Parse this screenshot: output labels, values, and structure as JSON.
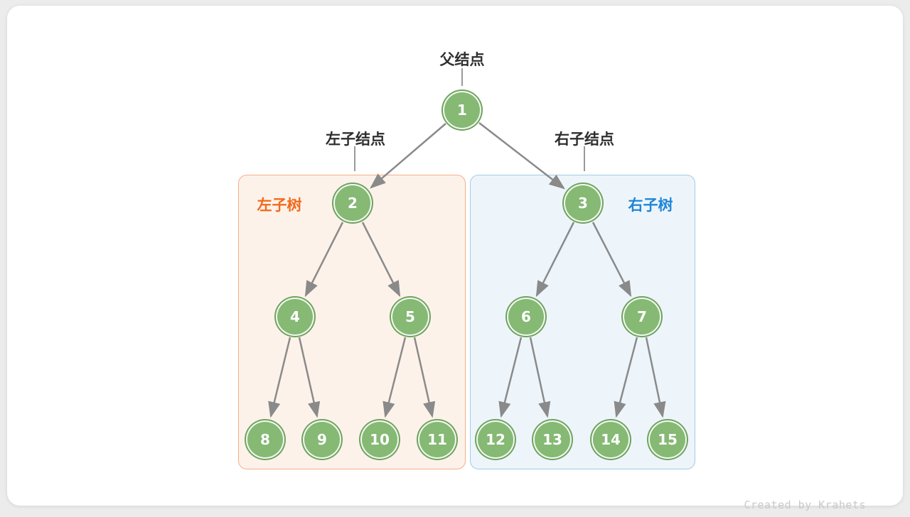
{
  "diagram": {
    "labels": {
      "parent_node": "父结点",
      "left_child_node": "左子结点",
      "right_child_node": "右子结点",
      "left_subtree": "左子树",
      "right_subtree": "右子树"
    },
    "nodes": [
      "1",
      "2",
      "3",
      "4",
      "5",
      "6",
      "7",
      "8",
      "9",
      "10",
      "11",
      "12",
      "13",
      "14",
      "15"
    ],
    "edges": [
      [
        1,
        2
      ],
      [
        1,
        3
      ],
      [
        2,
        4
      ],
      [
        2,
        5
      ],
      [
        3,
        6
      ],
      [
        3,
        7
      ],
      [
        4,
        8
      ],
      [
        4,
        9
      ],
      [
        5,
        10
      ],
      [
        5,
        11
      ],
      [
        6,
        12
      ],
      [
        6,
        13
      ],
      [
        7,
        14
      ],
      [
        7,
        15
      ]
    ],
    "colors": {
      "node_fill": "#85b974",
      "node_ring": "#6fa35e",
      "left_subtree_accent": "#f26a1b",
      "left_subtree_fill": "#fdf2ea",
      "left_subtree_border": "#f4ae85",
      "right_subtree_accent": "#1f86d8",
      "right_subtree_fill": "#edf5fb",
      "right_subtree_border": "#a6cbe3",
      "arrow": "#8a8a8a"
    }
  },
  "watermark": "Created by Krahets"
}
